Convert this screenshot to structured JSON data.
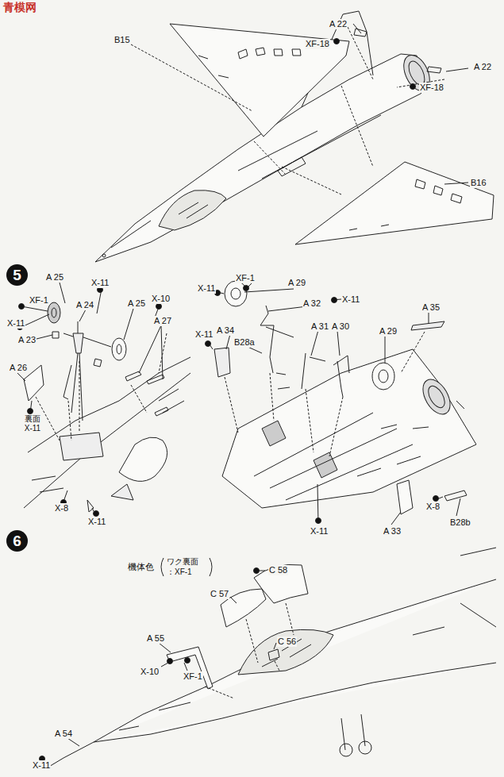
{
  "diagram": {
    "nodes": [
      {
        "text": [
          "5"
        ]
      },
      {
        "text": [
          "6"
        ]
      }
    ],
    "labels": [
      "青模网",
      "B15",
      "A 22",
      "XF-18",
      "A 22",
      "XF-18",
      "B16",
      "A 25",
      "X-11",
      "XF-1",
      "A 24",
      "X-11",
      "A 23",
      "A 25",
      "X-10",
      "A 27",
      "A 26",
      "裏面 X-11",
      "X-8",
      "X-11",
      "X-11",
      "XF-1",
      "A 29",
      "A 32",
      "X-11",
      "X-11",
      "A 34",
      "B28a",
      "A 31",
      "A 30",
      "A 29",
      "A 35",
      "X-8",
      "B28b",
      "A 33",
      "X-11",
      "機体色",
      "ワク裏面",
      "：XF-1",
      "C 58",
      "C 57",
      "C 56",
      "A 55",
      "X-10",
      "XF-1",
      "A 54",
      "X-11"
    ]
  }
}
